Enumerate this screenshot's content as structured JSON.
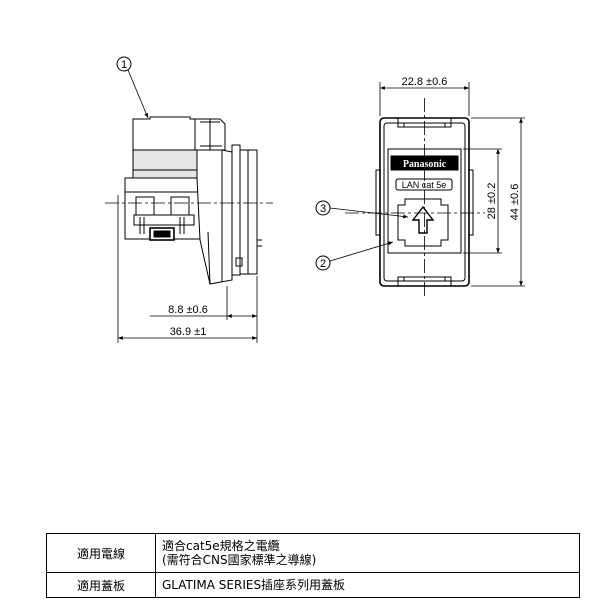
{
  "callouts": [
    "1",
    "2",
    "3"
  ],
  "dimensions": {
    "width_front": "22.8 ±0.6",
    "height_total": "44 ±0.6",
    "height_inner": "28 ±0.2",
    "depth_front": "8.8 ±0.6",
    "depth_total": "36.9 ±1"
  },
  "faceplate": {
    "brand": "Panasonic",
    "label": "LAN cat 5e"
  },
  "table": {
    "rows": [
      {
        "header": "適用電線",
        "lines": [
          "適合cat5e規格之電纜",
          "(需符合CNS國家標準之導線)"
        ]
      },
      {
        "header": "適用蓋板",
        "lines": [
          "GLATIMA SERIES插座系列用蓋板"
        ]
      }
    ]
  }
}
